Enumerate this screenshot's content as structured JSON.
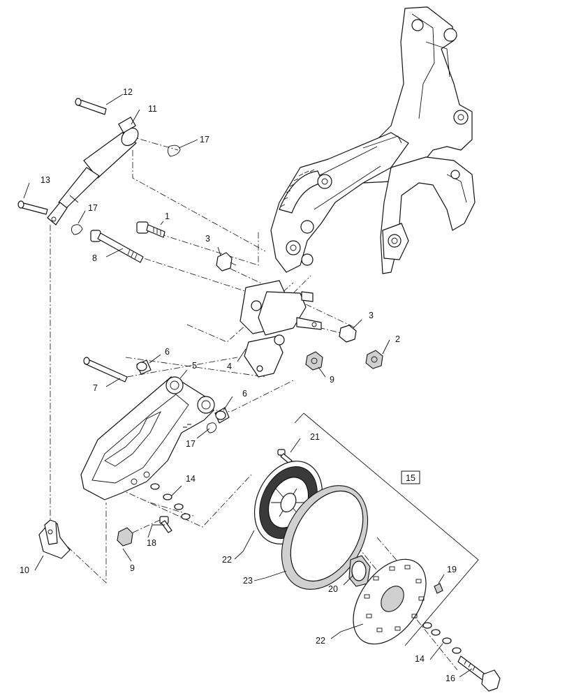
{
  "callouts": {
    "c1": "1",
    "c2": "2",
    "c3a": "3",
    "c3b": "3",
    "c4": "4",
    "c5": "5",
    "c6a": "6",
    "c6b": "6",
    "c7": "7",
    "c8": "8",
    "c9a": "9",
    "c9b": "9",
    "c10": "10",
    "c11": "11",
    "c12": "12",
    "c13": "13",
    "c14a": "14",
    "c14b": "14",
    "c15": "15",
    "c16": "16",
    "c17a": "17",
    "c17b": "17",
    "c17c": "17",
    "c18": "18",
    "c19": "19",
    "c20": "20",
    "c21": "21",
    "c22a": "22",
    "c22b": "22",
    "c23": "23"
  }
}
